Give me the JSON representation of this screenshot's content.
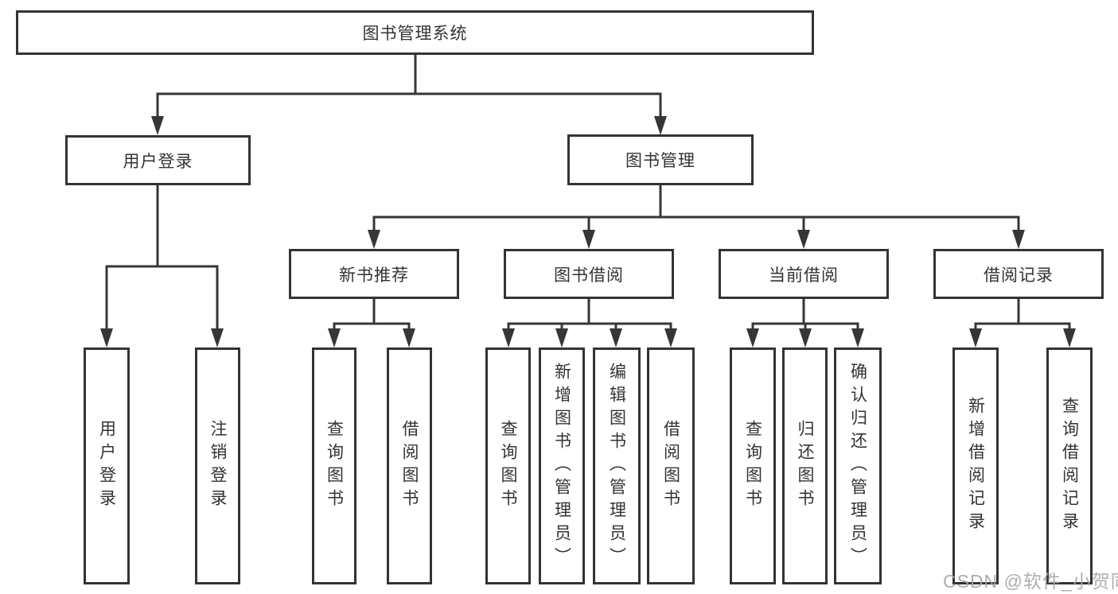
{
  "tree": {
    "label": "图书管理系统",
    "children": [
      {
        "label": "用户登录",
        "children": [
          {
            "label": "用户登录"
          },
          {
            "label": "注销登录"
          }
        ]
      },
      {
        "label": "图书管理",
        "children": [
          {
            "label": "新书推荐",
            "children": [
              {
                "label": "查询图书"
              },
              {
                "label": "借阅图书"
              }
            ]
          },
          {
            "label": "图书借阅",
            "children": [
              {
                "label": "查询图书"
              },
              {
                "label": "新增图书（管理员）"
              },
              {
                "label": "编辑图书（管理员）"
              },
              {
                "label": "借阅图书"
              }
            ]
          },
          {
            "label": "当前借阅",
            "children": [
              {
                "label": "查询图书"
              },
              {
                "label": "归还图书"
              },
              {
                "label": "确认归还（管理员）"
              }
            ]
          },
          {
            "label": "借阅记录",
            "children": [
              {
                "label": "新增借阅记录"
              },
              {
                "label": "查询借阅记录"
              }
            ]
          }
        ]
      }
    ]
  },
  "watermark": {
    "text": "CSDN @软件_小贺同学"
  },
  "colors": {
    "line": "#363636",
    "box_border": "#333333",
    "box_background": "#ffffff",
    "watermark": "#a5a5a5"
  }
}
